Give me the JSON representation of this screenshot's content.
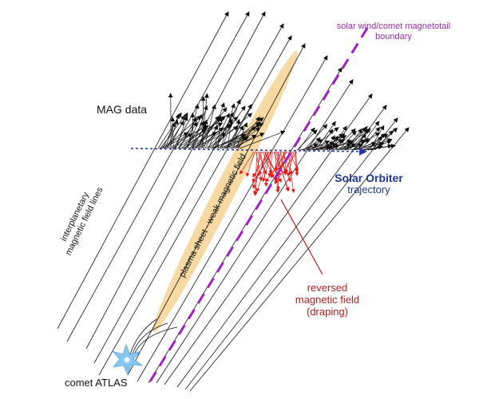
{
  "labels": {
    "boundary_line1": "solar wind/comet magnetotail",
    "boundary_line2": "boundary",
    "mag_data": "MAG data",
    "orbiter_line1": "Solar Orbiter",
    "orbiter_line2": "trajectory",
    "field_lines_line1": "interplanetary",
    "field_lines_line2": "magnetic field lines",
    "plasma_sheet": "plasma sheet - weak magnetic field",
    "reversed_line1": "reversed",
    "reversed_line2": "magnetic field",
    "reversed_line3": "(draping)",
    "comet": "comet ATLAS"
  },
  "colors": {
    "boundary": "#a020c0",
    "trajectory": "#2a3a9a",
    "plasma_sheet": "#f6d59a",
    "reversed_field": "#e01818",
    "field_lines": "#111111",
    "boundary_label": "#9a2ab0",
    "orbiter_label": "#1c3a8c",
    "reversed_label": "#b22020",
    "comet_star": "#86c8f0"
  },
  "icons": {
    "comet": "comet-star-icon"
  }
}
